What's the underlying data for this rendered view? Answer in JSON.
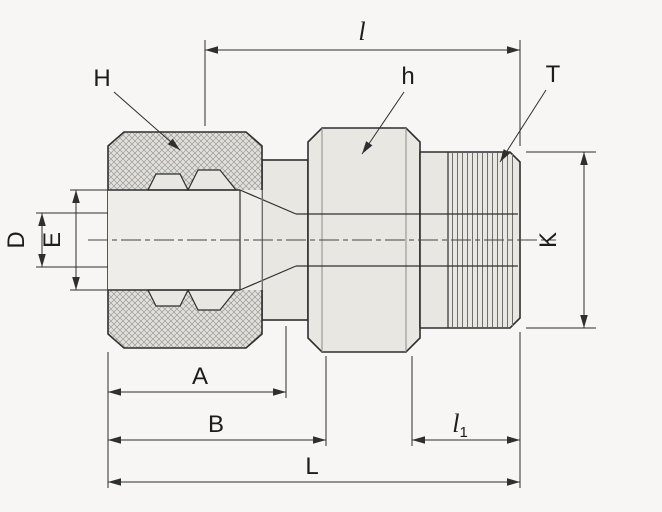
{
  "drawing": {
    "type": "technical-drawing",
    "subject": "tube-fitting-male-connector-cross-section",
    "colors": {
      "background": "#f7f6f4",
      "line": "#2f2f2f",
      "fill": "#e9e7e2",
      "hatch": "#9a9a98",
      "thread_lines": "#6f6f6d"
    },
    "labels": {
      "length_l": "l",
      "nut_hex_h": "H",
      "body_hex_h": "h",
      "thread_t": "T",
      "bore_d": "D",
      "socket_e": "E",
      "thread_k": "K",
      "dim_a": "A",
      "dim_b": "B",
      "l1_main": "l",
      "l1_sub": "1",
      "overall_l": "L"
    }
  }
}
